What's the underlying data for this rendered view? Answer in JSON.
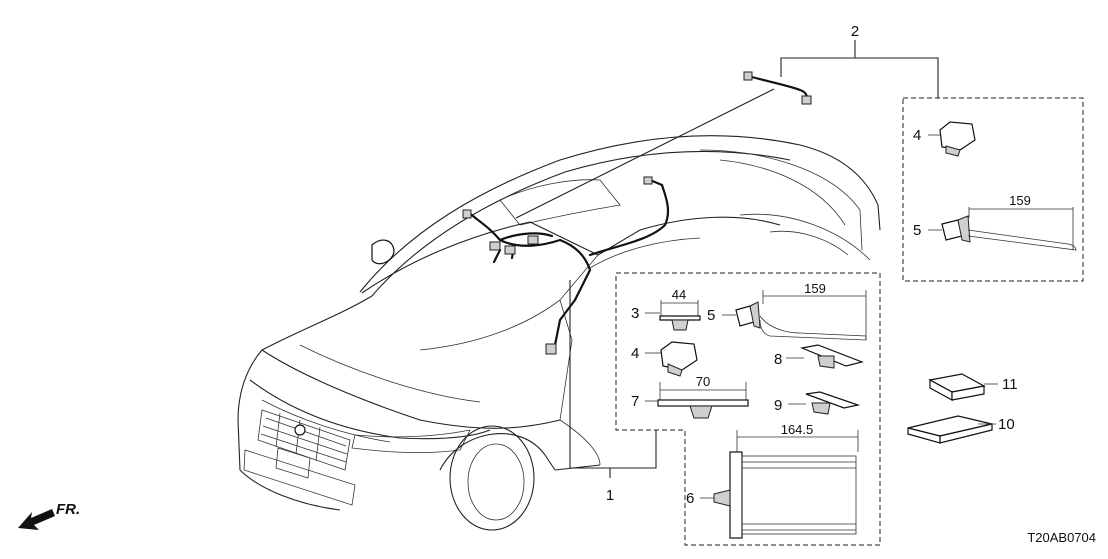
{
  "diagram": {
    "catalog_code": "T20AB0704",
    "front_label": "FR.",
    "callouts": {
      "c1": "1",
      "c2": "2",
      "c3": "3",
      "c4a": "4",
      "c4b": "4",
      "c5a": "5",
      "c5b": "5",
      "c6": "6",
      "c7": "7",
      "c8": "8",
      "c9": "9",
      "c10": "10",
      "c11": "11"
    },
    "dimensions": {
      "d44": "44",
      "d70": "70",
      "d159a": "159",
      "d159b": "159",
      "d164": "164.5"
    }
  }
}
